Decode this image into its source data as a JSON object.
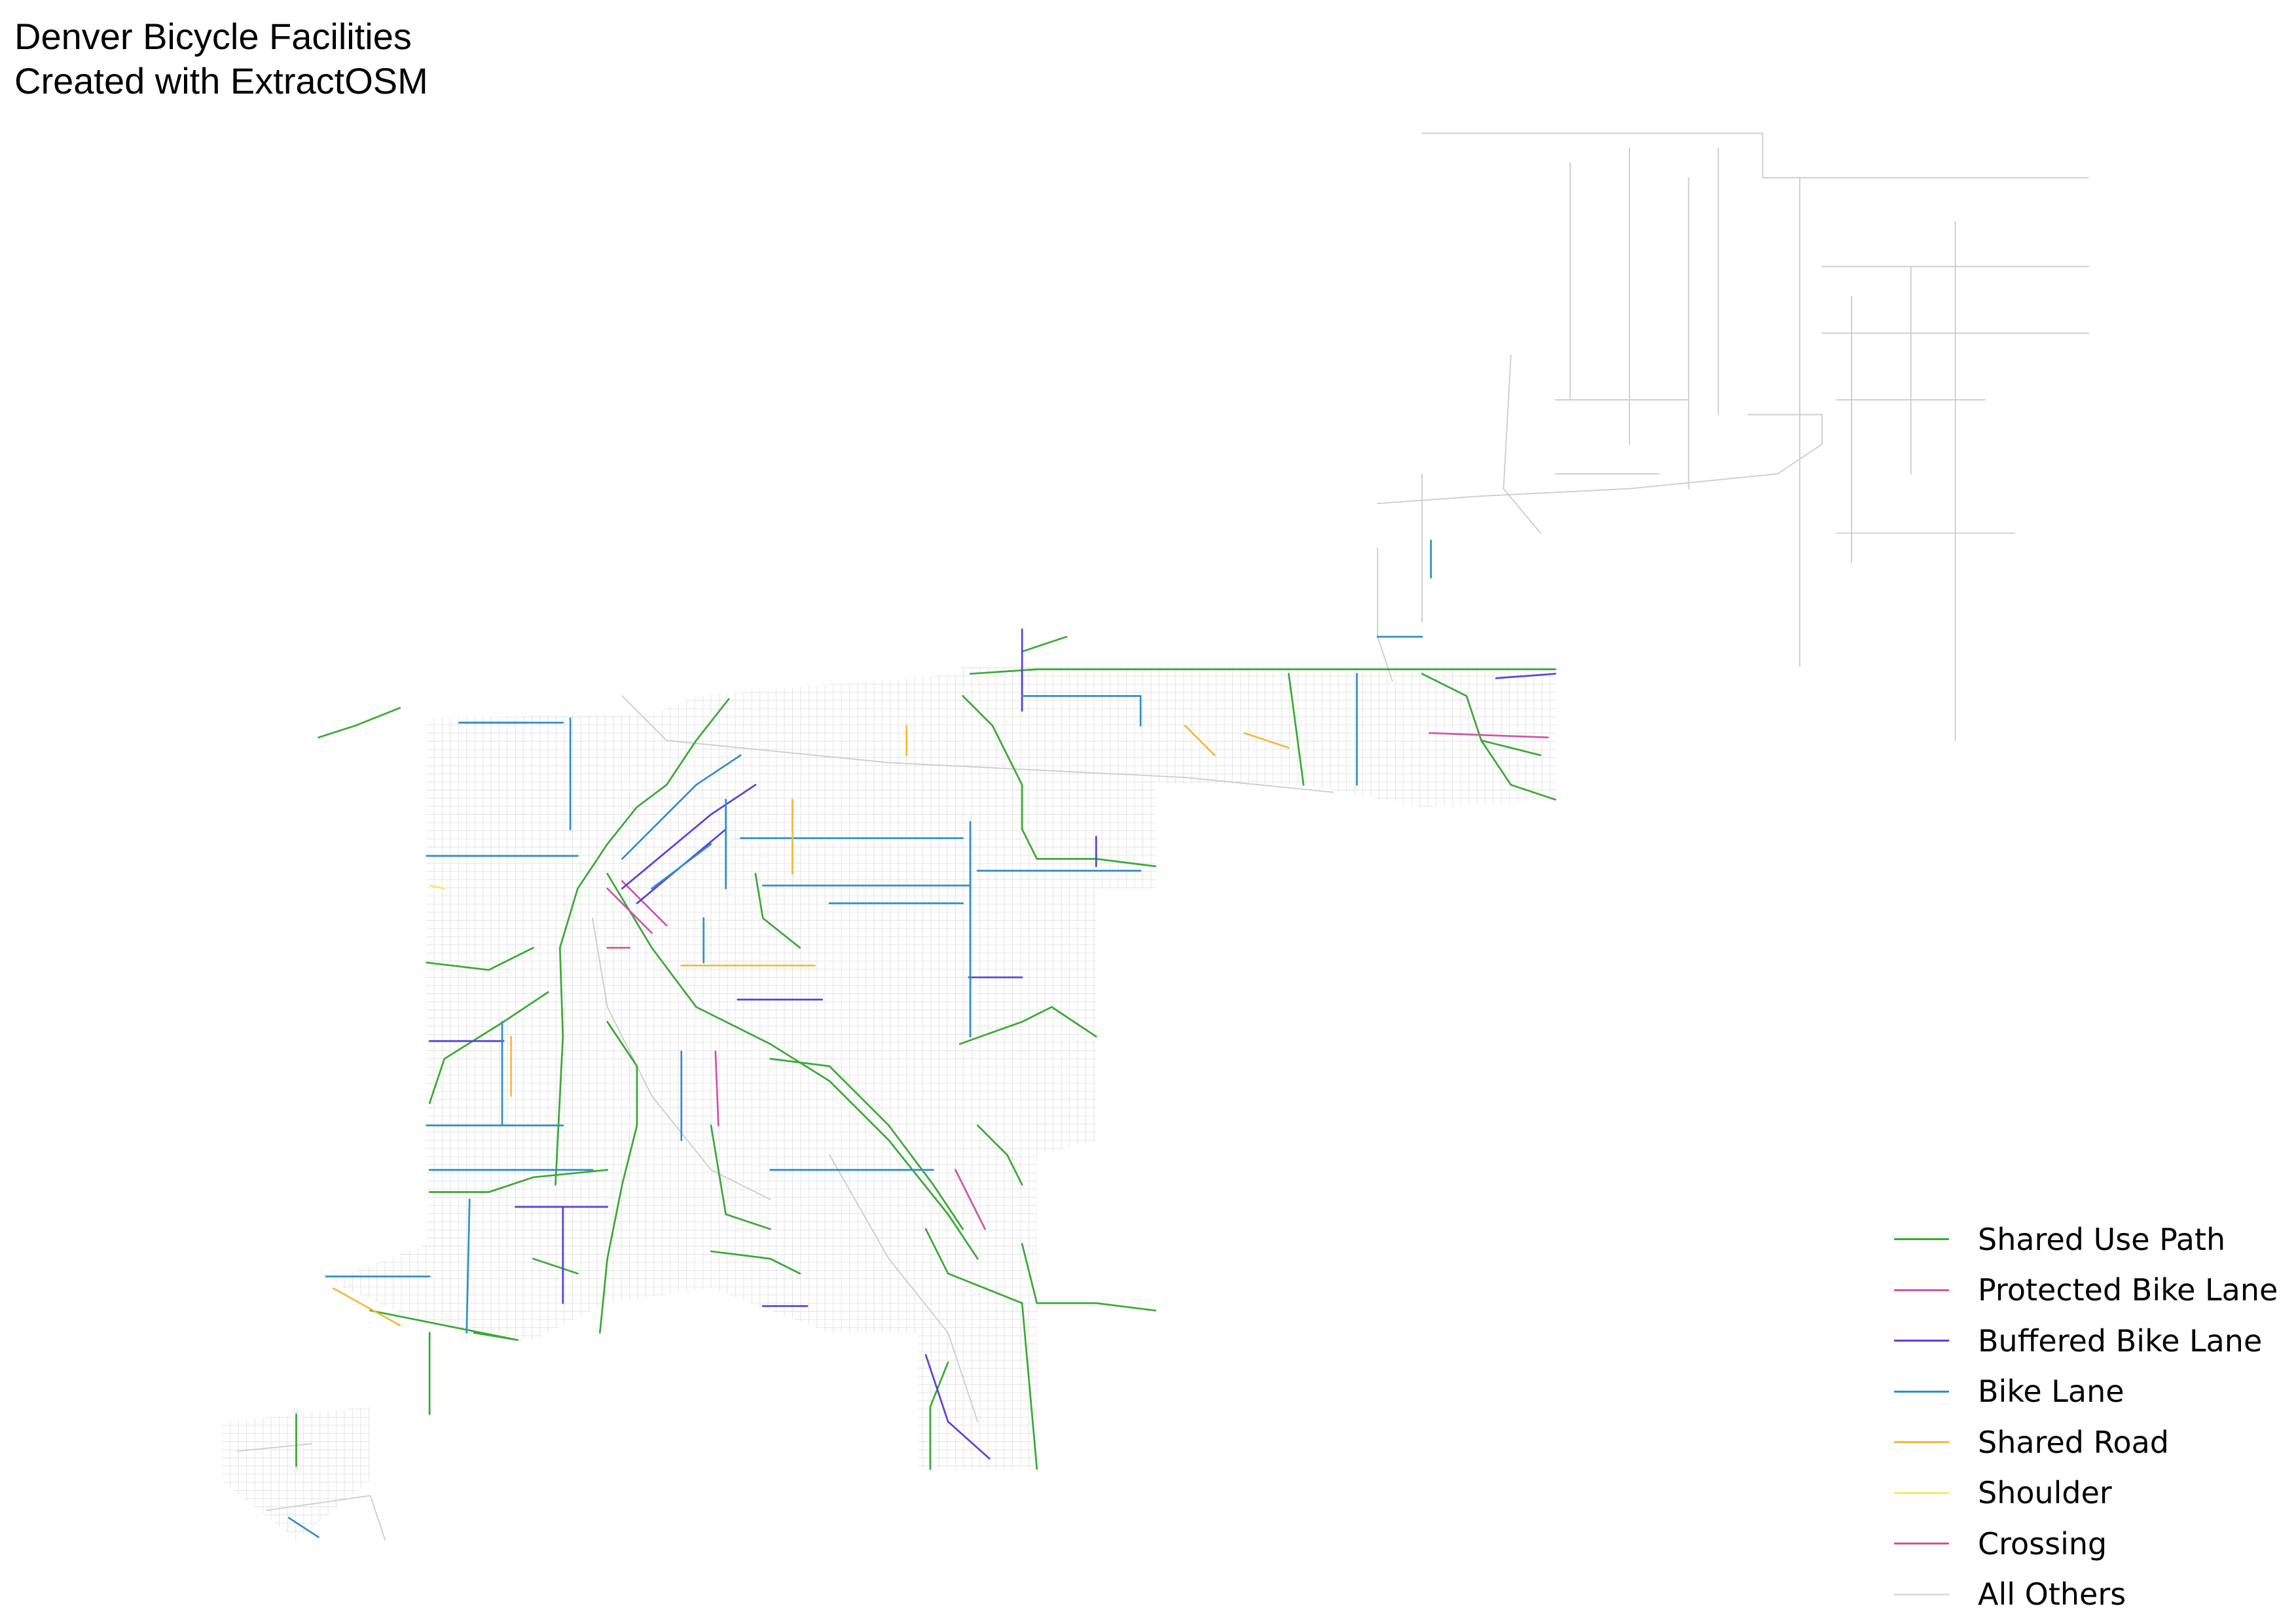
{
  "title": {
    "line1": "Denver Bicycle Facilities",
    "line2": "Created with ExtractOSM"
  },
  "legend": [
    {
      "label": "Shared Use Path",
      "color": "#3aa935"
    },
    {
      "label": "Protected Bike Lane",
      "color": "#cc55aa"
    },
    {
      "label": "Buffered Bike Lane",
      "color": "#5a42d6"
    },
    {
      "label": "Bike Lane",
      "color": "#2f8fcb"
    },
    {
      "label": "Shared Road",
      "color": "#f5b93a"
    },
    {
      "label": "Shoulder",
      "color": "#eeee66"
    },
    {
      "label": "Crossing",
      "color": "#cc5a88"
    },
    {
      "label": "All Others",
      "color": "#dddddd"
    }
  ]
}
